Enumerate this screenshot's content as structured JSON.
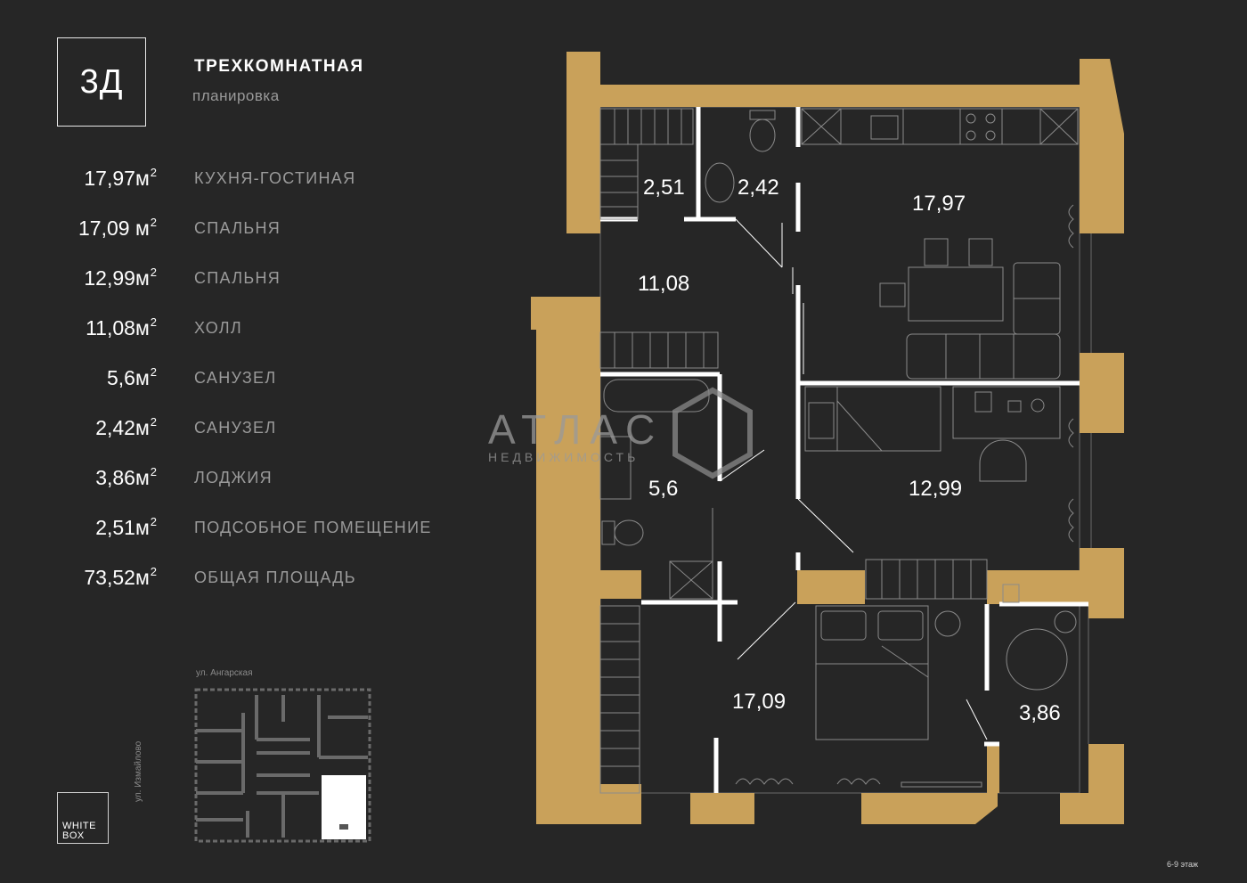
{
  "header": {
    "badge": "3Д",
    "title": "ТРЕХКОМНАТНАЯ",
    "subtitle": "планировка"
  },
  "areas": [
    {
      "value": "17,97м",
      "sup": "2",
      "label": "КУХНЯ-ГОСТИНАЯ"
    },
    {
      "value": "17,09 м",
      "sup": "2",
      "label": "СПАЛЬНЯ"
    },
    {
      "value": "12,99м",
      "sup": "2",
      "label": "СПАЛЬНЯ"
    },
    {
      "value": "11,08м",
      "sup": "2",
      "label": "ХОЛЛ"
    },
    {
      "value": "5,6м",
      "sup": "2",
      "label": "САНУЗЕЛ"
    },
    {
      "value": "2,42м",
      "sup": "2",
      "label": "САНУЗЕЛ"
    },
    {
      "value": "3,86м",
      "sup": "2",
      "label": "ЛОДЖИЯ"
    },
    {
      "value": "2,51м",
      "sup": "2",
      "label": "ПОДСОБНОЕ ПОМЕЩЕНИЕ"
    },
    {
      "value": "73,52м",
      "sup": "2",
      "label": "ОБЩАЯ ПЛОЩАДЬ"
    }
  ],
  "rooms": {
    "storage": "2,51",
    "wc": "2,42",
    "kitchen": "17,97",
    "hall": "11,08",
    "bath": "5,6",
    "bedroom_small": "12,99",
    "bedroom_large": "17,09",
    "loggia": "3,86"
  },
  "logo": {
    "name": "АТЛАС",
    "tagline": "НЕДВИЖИМОСТЬ"
  },
  "map": {
    "street_top": "ул. Ангарская",
    "street_left": "ул. Измайлово"
  },
  "badge_whitebox": {
    "line1": "WHITE",
    "line2": "BOX"
  },
  "floors": "6-9 этаж",
  "colors": {
    "background": "#262626",
    "wall": "#c9a15a",
    "line": "#ffffff",
    "muted": "#9a9a9a"
  }
}
